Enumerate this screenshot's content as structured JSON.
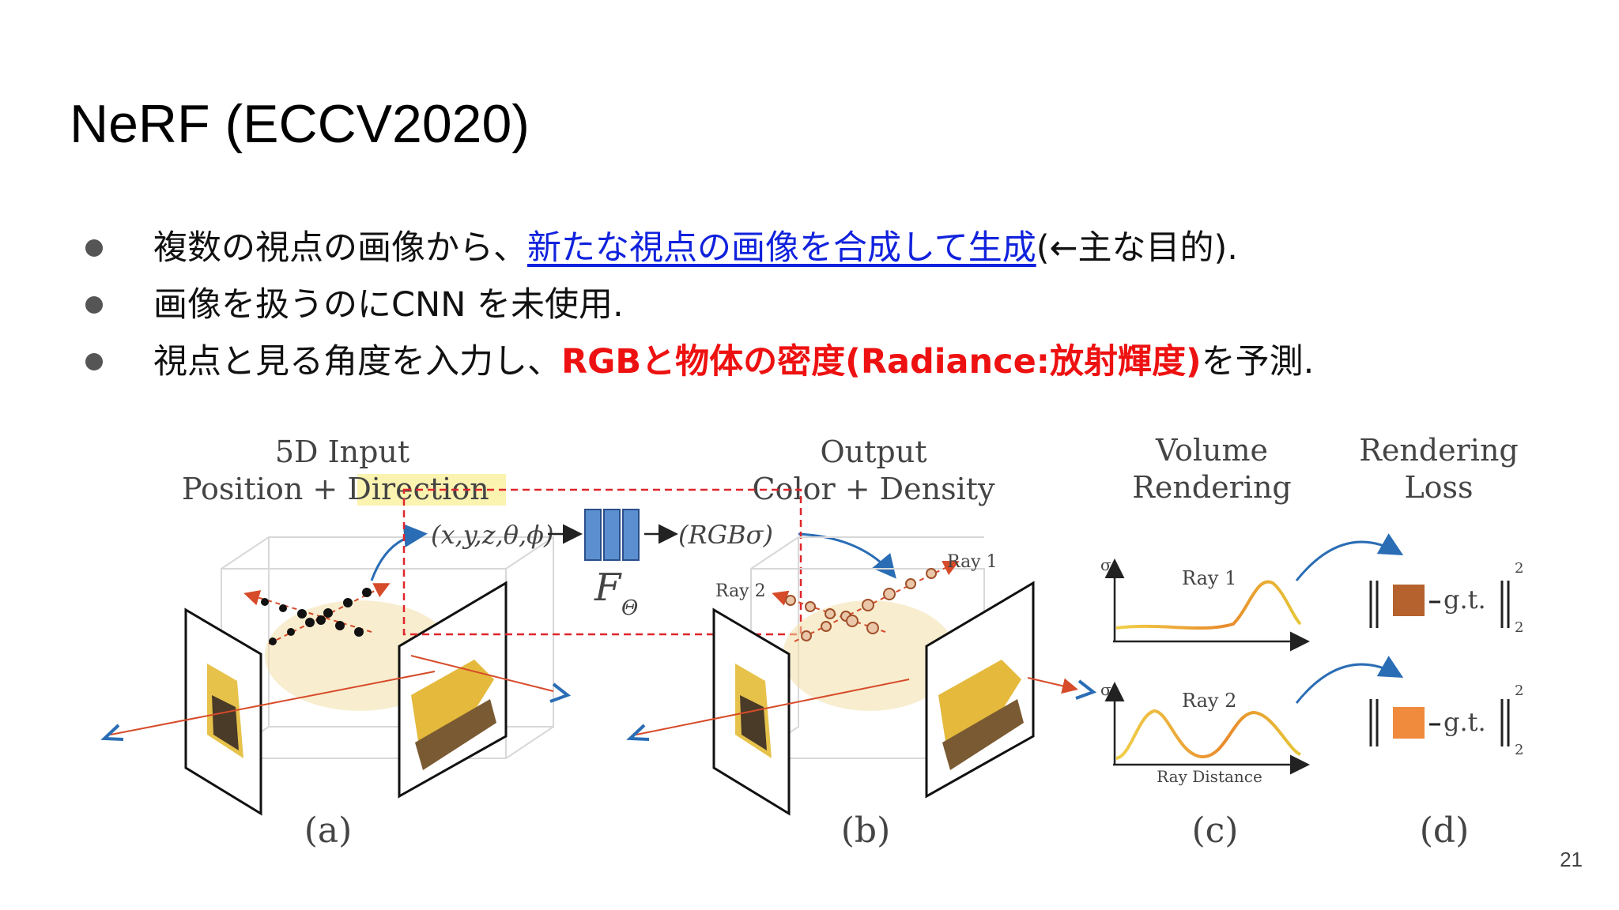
{
  "slide": {
    "title": "NeRF (ECCV2020)",
    "page_number": "21",
    "bullets": [
      {
        "before": "複数の視点の画像から、",
        "link": "新たな視点の画像を合成して生成",
        "after": "(←主な目的)."
      },
      {
        "text": "画像を扱うのにCNN を未使用."
      },
      {
        "before": "視点と見る角度を入力し、",
        "emphasis": "RGBと物体の密度(Radiance:放射輝度)",
        "after": "を予測."
      }
    ]
  },
  "figure": {
    "col_a_title1": "5D Input",
    "col_a_title2_left": "Position + ",
    "col_a_title2_hl": "Direction",
    "col_b_title1": "Output",
    "col_b_title2": "Color + Density",
    "col_c_title1": "Volume",
    "col_c_title2": "Rendering",
    "col_d_title1": "Rendering",
    "col_d_title2": "Loss",
    "input_tuple": "(x,y,z,θ,ϕ)",
    "output_tuple": "(RGBσ)",
    "network_label": "F",
    "network_sub": "Θ",
    "ray1": "Ray 1",
    "ray2": "Ray 2",
    "sigma": "σ",
    "ray_distance": "Ray Distance",
    "gt": "g.t.",
    "norm_sup": "2",
    "norm_sub": "2",
    "label_a": "(a)",
    "label_b": "(b)",
    "label_c": "(c)",
    "label_d": "(d)",
    "colors": {
      "highlight": "#fbf3b0",
      "network": "#5b8fd0",
      "loss1": "#b5622e",
      "loss2": "#f08a3c",
      "ray": "#d64b2a"
    }
  }
}
